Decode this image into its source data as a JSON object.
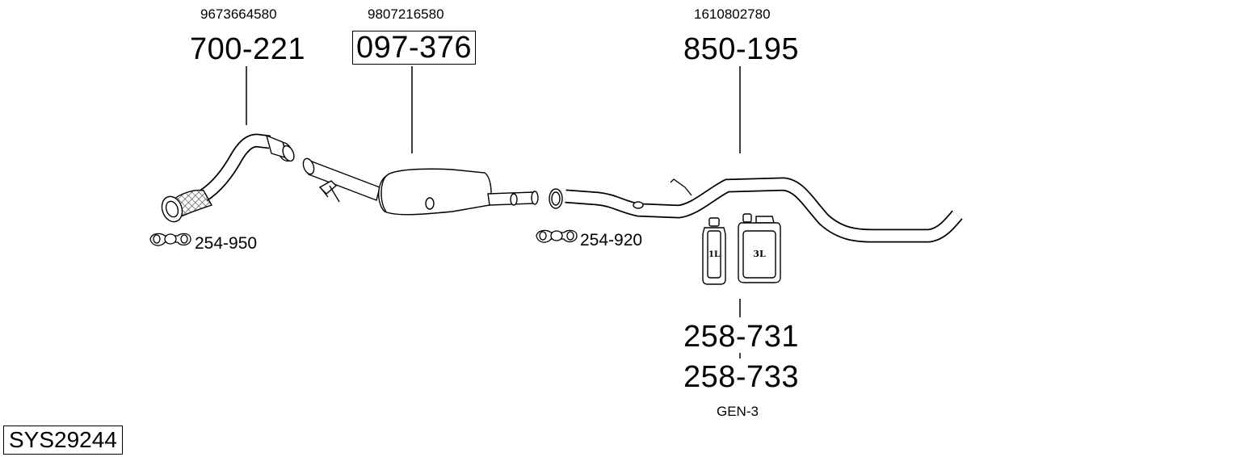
{
  "oem_numbers": [
    "9673664580",
    "9807216580",
    "1610802780"
  ],
  "parts": {
    "front_pipe": "700-221",
    "dpf": "097-376",
    "rear_pipe": "850-195",
    "additive_1l": "258-731",
    "additive_3l": "258-733"
  },
  "clamps": {
    "front": "254-950",
    "rear": "254-920"
  },
  "additive_note": "GEN-3",
  "containers": {
    "small": "1L",
    "large": "3L"
  },
  "system_id": "SYS29244"
}
